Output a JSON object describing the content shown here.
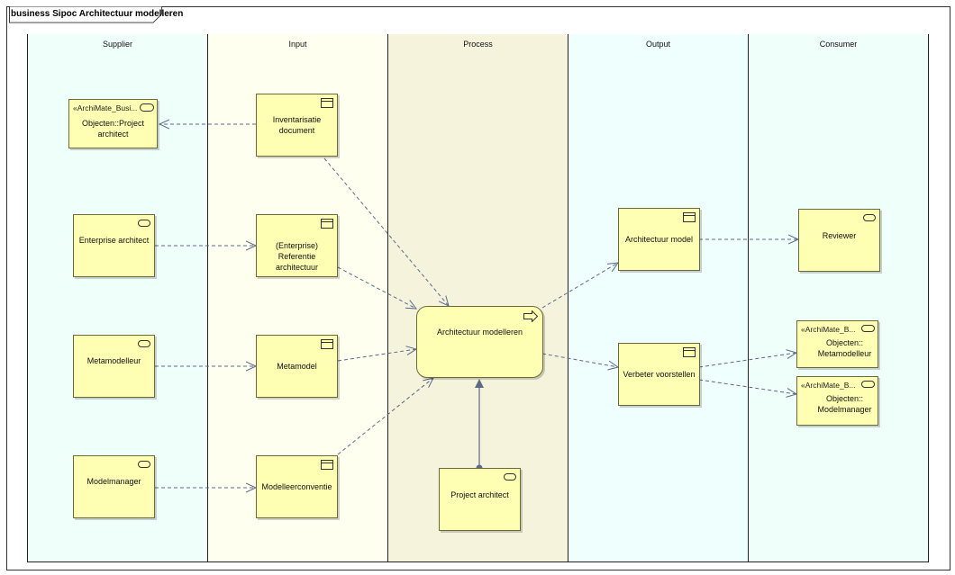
{
  "diagram": {
    "title": "business Sipoc Architectuur modelleren",
    "lanes": [
      "Supplier",
      "Input",
      "Process",
      "Output",
      "Consumer"
    ]
  },
  "nodes": {
    "supplier_project_architect": {
      "stereotype": "«ArchiMate_Busi...",
      "label": "Objecten::Project architect",
      "icon": "actor-icon"
    },
    "supplier_enterprise_architect": {
      "label": "Enterprise architect",
      "icon": "role-icon"
    },
    "supplier_metamodelleur": {
      "label": "Metamodelleur",
      "icon": "role-icon"
    },
    "supplier_modelmanager": {
      "label": "Modelmanager",
      "icon": "role-icon"
    },
    "input_inventarisatie": {
      "label": "Inventarisatie document",
      "icon": "object-icon"
    },
    "input_referentie": {
      "label": "(Enterprise) Referentie architectuur",
      "icon": "object-icon"
    },
    "input_metamodel": {
      "label": "Metamodel",
      "icon": "object-icon"
    },
    "input_modelleerconventie": {
      "label": "Modelleerconventie",
      "icon": "object-icon"
    },
    "process_architectuur_modelleren": {
      "label": "Architectuur modelleren",
      "icon": "process-icon"
    },
    "process_project_architect": {
      "label": "Project architect",
      "icon": "role-icon"
    },
    "output_architectuur_model": {
      "label": "Architectuur model",
      "icon": "object-icon"
    },
    "output_verbeter_voorstellen": {
      "label": "Verbeter voorstellen",
      "icon": "object-icon"
    },
    "consumer_reviewer": {
      "label": "Reviewer",
      "icon": "role-icon"
    },
    "consumer_metamodelleur": {
      "stereotype": "«ArchiMate_B...",
      "label": "Objecten:: Metamodelleur",
      "icon": "actor-icon"
    },
    "consumer_modelmanager": {
      "stereotype": "«ArchiMate_B...",
      "label": "Objecten:: Modelmanager",
      "icon": "actor-icon"
    }
  },
  "colors": {
    "supplier_lane": "#effff9",
    "input_lane": "#fffff0",
    "process_lane": "#f5f3db",
    "output_lane": "#eefffe",
    "consumer_lane": "#effff9",
    "node_fill": "#ffffb3",
    "connector": "#5a6a8a"
  }
}
